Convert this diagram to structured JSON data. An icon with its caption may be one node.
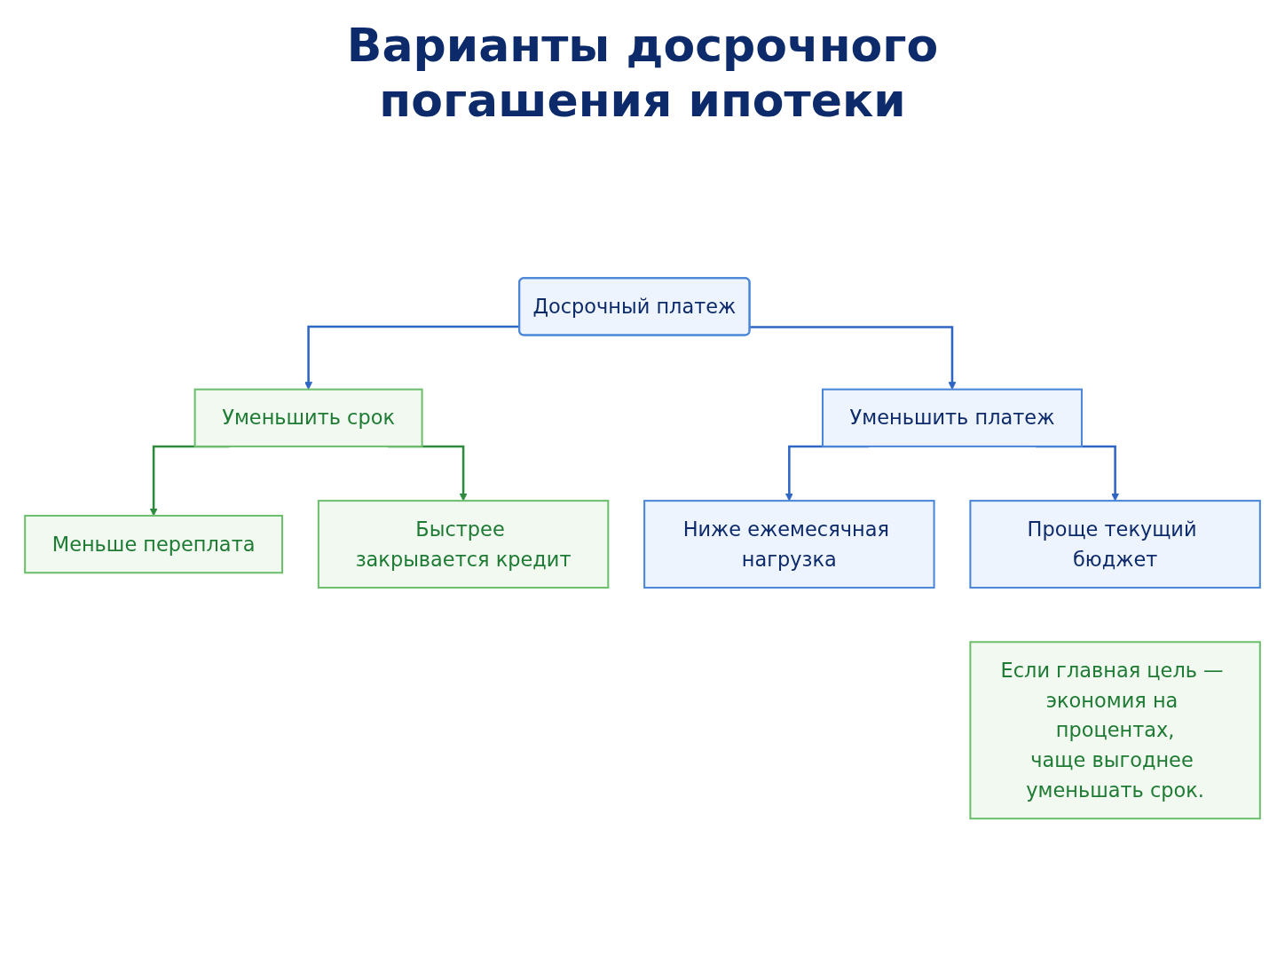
{
  "diagram": {
    "title": "Варианты досрочного погашения ипотеки",
    "nodes": [
      {
        "text": [
          "Досрочный платеж"
        ]
      },
      {
        "text": [
          "Уменьшить срок"
        ]
      },
      {
        "text": [
          "Уменьшить платеж"
        ]
      },
      {
        "text": [
          "Меньше переплата"
        ]
      },
      {
        "text": [
          "Быстрее закрывается кредит"
        ]
      },
      {
        "text": [
          "Ниже ежемесячная нагрузка"
        ]
      },
      {
        "text": [
          "Проще текущий бюджет"
        ]
      },
      {
        "text": [
          "Если главная цель — экономия на процентах,",
          "чаще выгоднее уменьшать срок."
        ]
      }
    ],
    "edges": [
      {
        "from": 0,
        "to": 1,
        "arrow": "to"
      },
      {
        "from": 0,
        "to": 2,
        "arrow": "to"
      },
      {
        "from": 1,
        "to": 3,
        "arrow": "to",
        "color": "#2e8b3e"
      },
      {
        "from": 1,
        "to": 4,
        "arrow": "to",
        "color": "#2e8b3e"
      },
      {
        "from": 2,
        "to": 5,
        "arrow": "to"
      },
      {
        "from": 2,
        "to": 6,
        "arrow": "to"
      }
    ]
  }
}
